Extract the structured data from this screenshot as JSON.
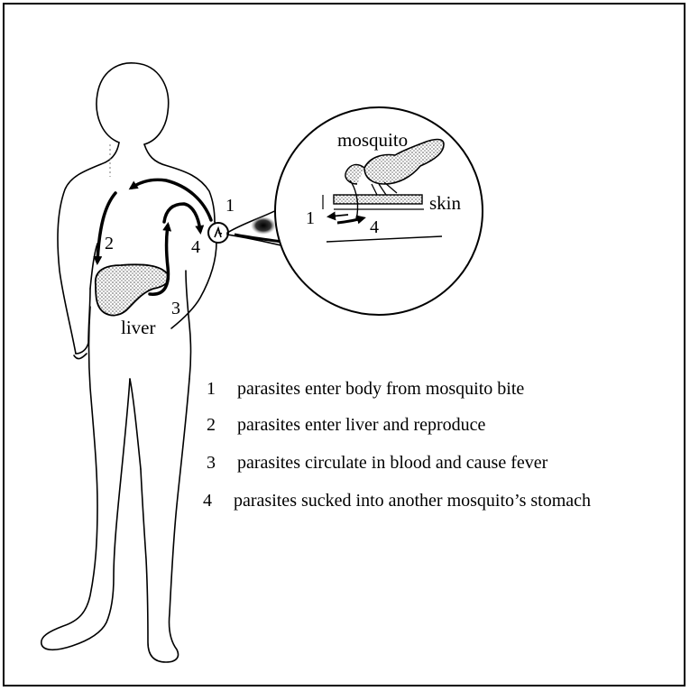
{
  "labels": {
    "mosquito": "mosquito",
    "skin": "skin",
    "liver": "liver",
    "step1": "1",
    "step2": "2",
    "step3": "3",
    "step4": "4",
    "inset_step1": "1",
    "inset_step4": "4"
  },
  "legend": [
    {
      "num": "1",
      "text": "parasites enter body from mosquito bite"
    },
    {
      "num": "2",
      "text": "parasites enter liver and reproduce"
    },
    {
      "num": "3",
      "text": "parasites circulate in blood and cause fever"
    },
    {
      "num": "4",
      "text": "parasites sucked into another mosquito’s stomach"
    }
  ]
}
